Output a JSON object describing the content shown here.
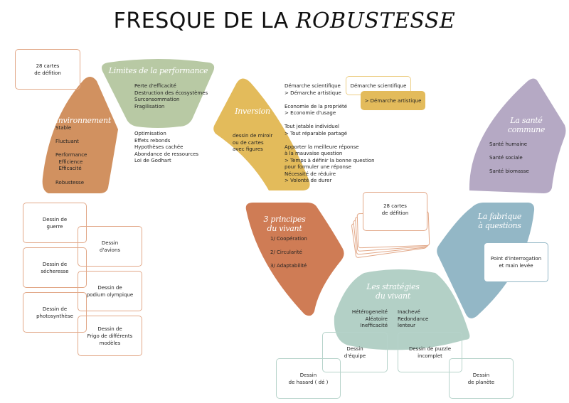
{
  "title": {
    "main": "FRESQUE DE LA ",
    "accent": "ROBUSTESSE"
  },
  "colors": {
    "environnement": "#d19160",
    "limites": "#b8c9a4",
    "inversion": "#e3bb5b",
    "sante": "#b5a9c4",
    "fabrique": "#93b7c6",
    "principes": "#cf7c55",
    "strategies": "#b3d0c6"
  },
  "deck_top_left": "28 cartes\nde défition",
  "environnement": {
    "title": "Environnement",
    "items": [
      "Stable",
      "Fluctuant",
      "Performance\n  Efficience\n  Efficacité",
      "Robustesse"
    ]
  },
  "limites": {
    "title": "Limites de la performance",
    "items": "Perte d'efficacité\nDestruction des écosystèmes\nSurconsommation\nFragilisation",
    "below": "Optimisation\nEffets rebonds\nHypothèses cachée\nAbondance de ressources\nLoi de Godhart"
  },
  "inversion": {
    "title": "Inversion",
    "inner": "dessin de miroir\nou de cartes\navec figures",
    "list": "Démarche scientifique\n> Démarche artistique\n\nEconomie de la propriété\n> Economie d'usage\n\nTout jetable individuel\n> Tout réparable partagé\n\nApporter la meilleure réponse\nà la mauvaise question\n> Temps à définir la bonne question\npour formuler une réponse\nNécessité de réduire\n> Volonté de durer",
    "card_a": "Démarche scientifique",
    "card_b": "> Démarche artistique"
  },
  "sante": {
    "title": "La santé\ncommune",
    "items": [
      "Santé humaine",
      "Santé sociale",
      "Santé biomasse"
    ]
  },
  "fabrique": {
    "title": "La fabrique\nà questions",
    "card": "Point d'interrogation\net main levée"
  },
  "principes": {
    "title": "3 principes\ndu vivant",
    "items": [
      "1/ Coopération",
      "2/ Circularité",
      "3/ Adaptabilité"
    ]
  },
  "deck_center": "28 cartes\nde défition",
  "strategies": {
    "title": "Les stratégies\ndu vivant",
    "left": "Hétérogeneité\nAléatoire\nInefficacité",
    "right": "Inachevé\nRedondance\nlenteur"
  },
  "drawings_left": [
    "Dessin de\nguerre",
    "Dessin\nd'avions",
    "Dessin de\nsécheresse",
    "Dessin de\npodium olympique",
    "Dessin de\nphotosynthèse",
    "Dessin de\nFrigo de différents\nmodèles"
  ],
  "drawings_bottom": [
    "Dessin\nd'équipe",
    "Dessin de puzzle\nincomplet",
    "Dessin\nde hasard ( dé )",
    "Dessin\nde planète"
  ]
}
